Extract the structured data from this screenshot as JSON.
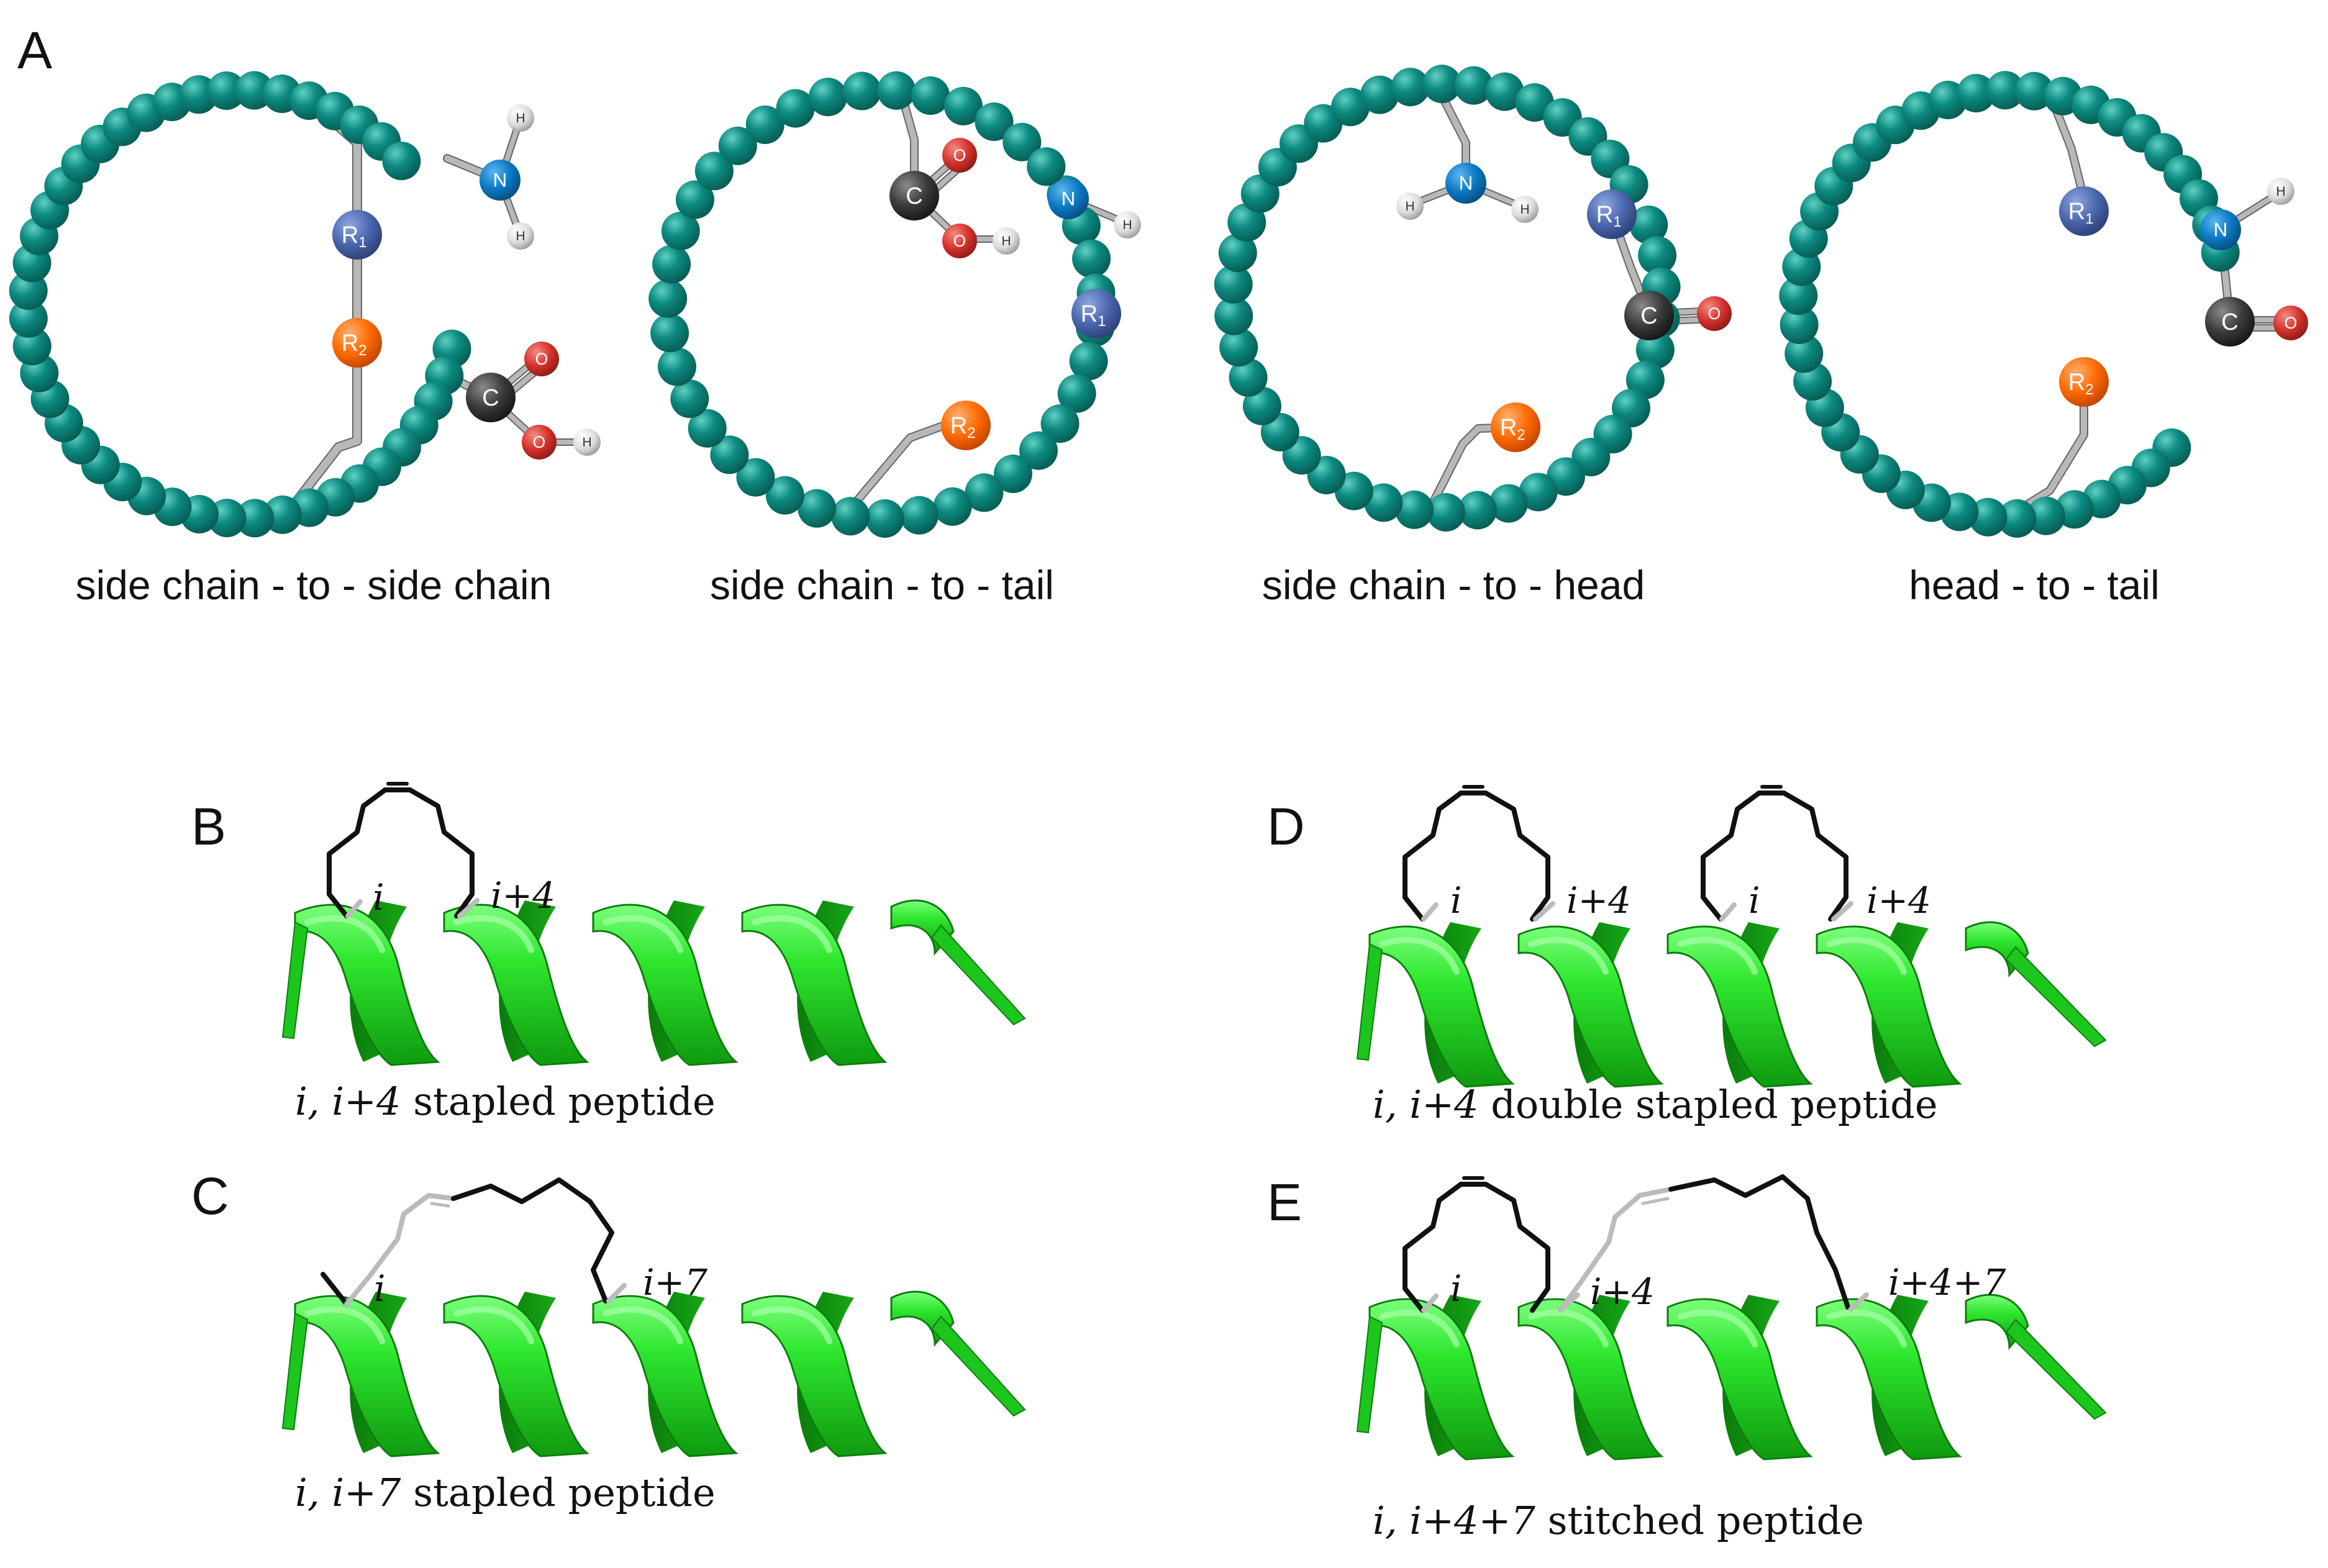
{
  "panels": {
    "A": {
      "letter": "A",
      "captions": [
        "side chain - to - side chain",
        "side chain - to - tail",
        "side chain - to - head",
        "head - to - tail"
      ]
    },
    "B": {
      "letter": "B",
      "labels": [
        "i",
        "i+4"
      ],
      "caption": {
        "italic": "i, i+4",
        "rest": " stapled peptide"
      }
    },
    "C": {
      "letter": "C",
      "labels": [
        "i",
        "i+7"
      ],
      "caption": {
        "italic": "i, i+7",
        "rest": " stapled peptide"
      }
    },
    "D": {
      "letter": "D",
      "labels": [
        "i",
        "i+4",
        "i",
        "i+4"
      ],
      "caption": {
        "italic": "i, i+4",
        "rest": " double stapled peptide"
      }
    },
    "E": {
      "letter": "E",
      "labels": [
        "i",
        "i+4",
        "i+4+7"
      ],
      "caption": {
        "italic": "i, i+4+7",
        "rest": " stitched peptide"
      }
    }
  },
  "atoms": {
    "H": "H",
    "N": "N",
    "C": "C",
    "O": "O",
    "R1": "R1",
    "R2": "R2"
  },
  "colors": {
    "bead": "#0d8a80",
    "R1": "#4a66ad",
    "R2": "#ff6a00",
    "N": "#0a79c2",
    "C": "#3a3a3a",
    "O": "#d4322c",
    "H": "#dcdcdc",
    "helix": "#28e128",
    "helix_dark": "#12a612"
  }
}
